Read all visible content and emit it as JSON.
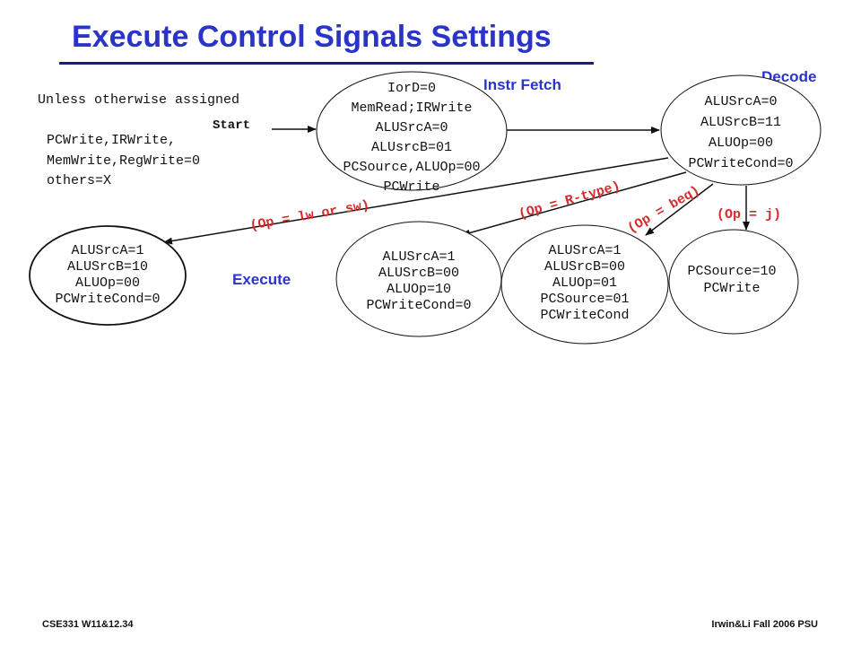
{
  "slide": {
    "title": "Execute Control Signals Settings",
    "footer_left": "CSE331  W11&12.34",
    "footer_right": "Irwin&Li Fall 2006 PSU"
  },
  "notes": {
    "unless": "Unless otherwise assigned",
    "start": "Start",
    "defaults": [
      "PCWrite,IRWrite,",
      "MemWrite,RegWrite=0",
      "others=X"
    ]
  },
  "phases": {
    "fetch": "Instr Fetch",
    "decode": "Decode",
    "execute": "Execute"
  },
  "states": {
    "fetch": [
      "IorD=0",
      "MemRead;IRWrite",
      "ALUSrcA=0",
      "ALUsrcB=01",
      "PCSource,ALUOp=00",
      "PCWrite"
    ],
    "decode": [
      "ALUSrcA=0",
      "ALUSrcB=11",
      "ALUOp=00",
      "PCWriteCond=0"
    ],
    "memaddr": [
      "ALUSrcA=1",
      "ALUSrcB=10",
      "ALUOp=00",
      "PCWriteCond=0"
    ],
    "rtype": [
      "ALUSrcA=1",
      "ALUSrcB=00",
      "ALUOp=10",
      "PCWriteCond=0"
    ],
    "beq": [
      "ALUSrcA=1",
      "ALUSrcB=00",
      "ALUOp=01",
      "PCSource=01",
      "PCWriteCond"
    ],
    "jump": [
      "PCSource=10",
      "PCWrite"
    ]
  },
  "arcs": {
    "lw_sw": "(Op = lw or sw)",
    "rtype": "(Op = R-type)",
    "beq": "(Op = beq)",
    "j": "(Op = j)"
  },
  "colors": {
    "title": "#2a35c8",
    "arc_label": "#d42a2a",
    "line": "#111111"
  }
}
